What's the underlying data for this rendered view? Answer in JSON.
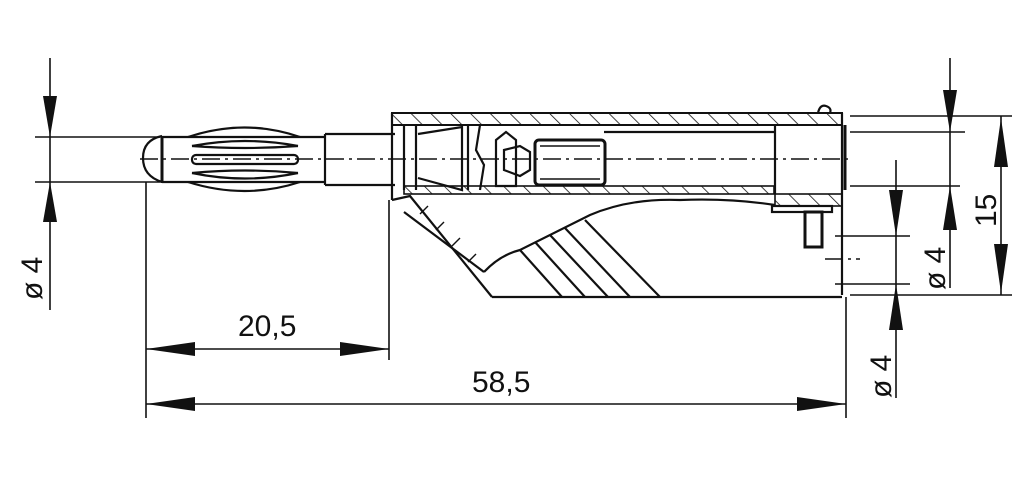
{
  "drawing": {
    "subject": "banana plug (side view, partial section)",
    "dimensions": {
      "pin_diameter_left": "ø 4",
      "pin_length": "20,5",
      "overall_length": "58,5",
      "socket_diameter_right": "ø 4",
      "body_height": "15",
      "side_socket_diameter": "ø 4"
    }
  }
}
